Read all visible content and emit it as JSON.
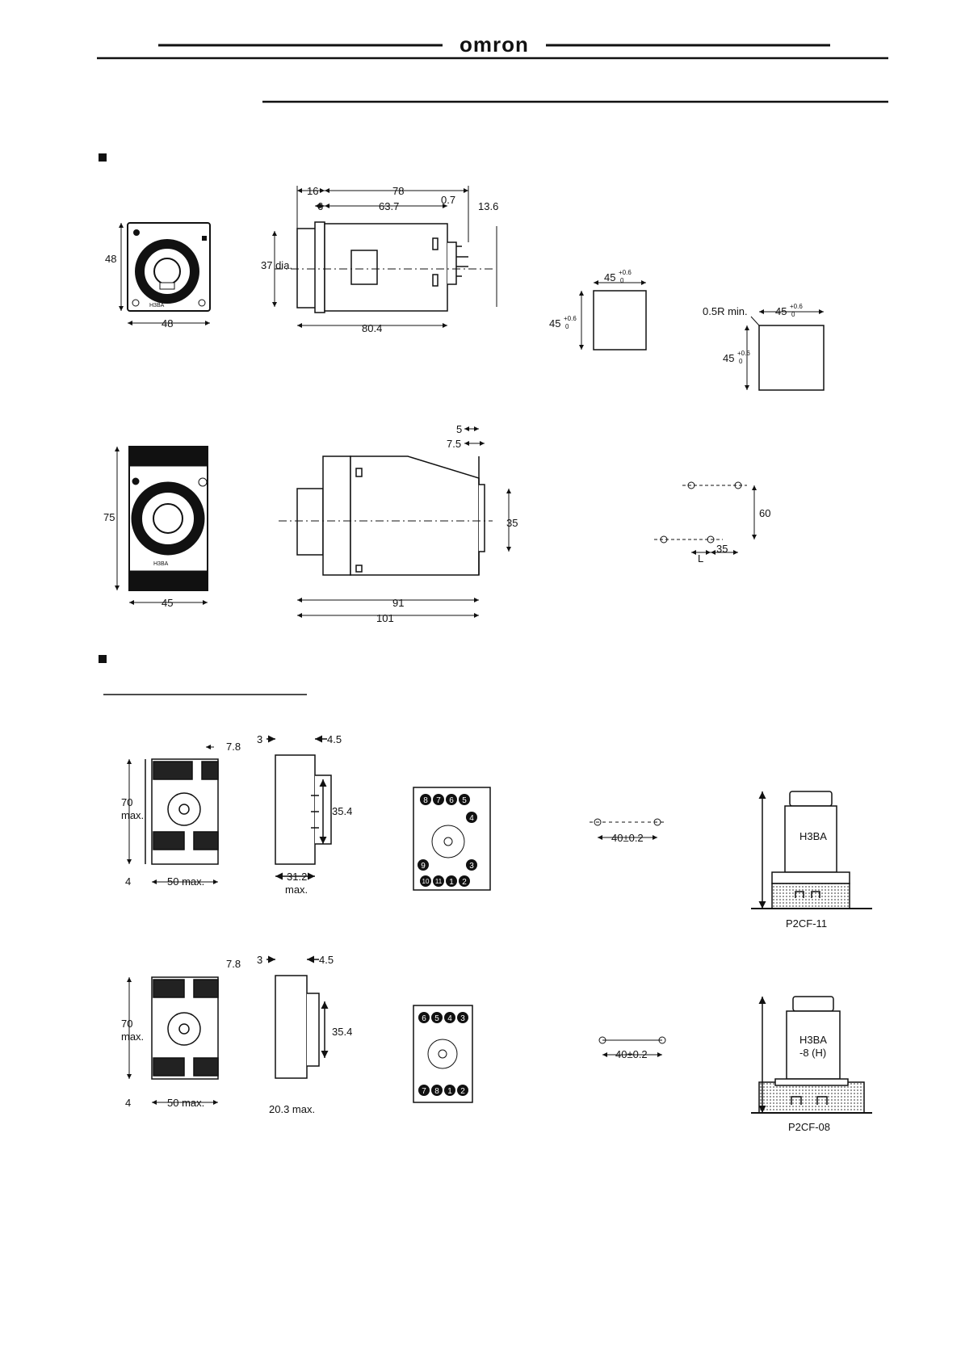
{
  "header": {
    "logo": "omron"
  },
  "fig1": {
    "front_model": "H3BA",
    "h48": "48",
    "w48": "48",
    "d16": "16",
    "d78": "78",
    "d6": "6",
    "d637": "63.7",
    "d07": "0.7",
    "d136": "13.6",
    "dia": "37 dia.",
    "d804": "80.4"
  },
  "cutout": {
    "a_w": "45",
    "a_w_tol_top": "+0.6",
    "a_w_tol_bot": "0",
    "a_h": "45",
    "a_h_tol_top": "+0.6",
    "a_h_tol_bot": "0",
    "radius": "0.5R min.",
    "b_w": "45",
    "b_w_tol_top": "+0.6",
    "b_w_tol_bot": "0",
    "b_h": "45",
    "b_h_tol_top": "+0.6",
    "b_h_tol_bot": "0"
  },
  "fig2": {
    "model": "H3BA",
    "h75": "75",
    "w45": "45",
    "d5": "5",
    "d75": "7.5",
    "d35": "35",
    "d91": "91",
    "d101": "101"
  },
  "mounting_holes": {
    "d60": "60",
    "d35": "35",
    "L": "L"
  },
  "socket11": {
    "d78": "7.8",
    "h70": "70",
    "max": "max.",
    "d4": "4",
    "w50": "50 max.",
    "d3": "3",
    "d45": "4.5",
    "d354": "35.4",
    "d312": "31.2",
    "max2": "max.",
    "pins_top": [
      "8",
      "7",
      "6",
      "5"
    ],
    "pin_right": "4",
    "pin_left": "9",
    "pin_right2": "3",
    "pins_bottom": [
      "10",
      "11",
      "1",
      "2"
    ],
    "hole_pitch": "40±0.2",
    "timer_label": "H3BA",
    "socket_label": "P2CF-11"
  },
  "socket8": {
    "d78": "7.8",
    "h70": "70",
    "max": "max.",
    "d4": "4",
    "w50": "50 max.",
    "d3": "3",
    "d45": "4.5",
    "d354": "35.4",
    "d203": "20.3 max.",
    "pins_top": [
      "6",
      "5",
      "4",
      "3"
    ],
    "pins_bottom": [
      "7",
      "8",
      "1",
      "2"
    ],
    "hole_pitch": "40±0.2",
    "timer_label_1": "H3BA",
    "timer_label_2": "-8 (H)",
    "socket_label": "P2CF-08"
  }
}
